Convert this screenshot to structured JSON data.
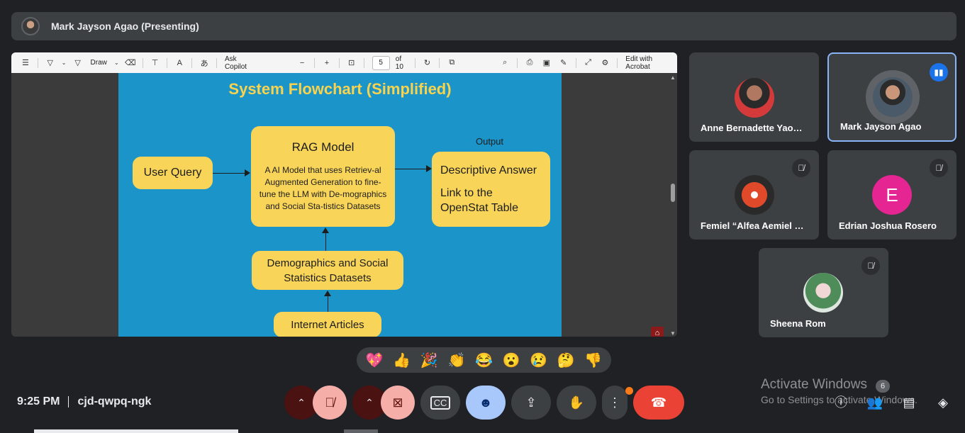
{
  "header": {
    "presenter_title": "Mark Jayson Agao (Presenting)"
  },
  "pdf_toolbar": {
    "draw_label": "Draw",
    "copilot_label": "Ask Copilot",
    "page_current": "5",
    "page_total": "of 10",
    "edit_label": "Edit with Acrobat"
  },
  "slide": {
    "title": "System Flowchart (Simplified)",
    "user_query": "User Query",
    "rag_title": "RAG Model",
    "rag_desc": "A AI Model that uses Retriev-al Augmented Generation to fine-tune the LLM with De-mographics and Social Sta-tistics Datasets",
    "output_label": "Output",
    "output_line1": "Descriptive Answer",
    "output_line2": "Link to the OpenStat Table",
    "demo_box": "Demographics and Social Statistics Datasets",
    "internet_box": "Internet Articles"
  },
  "participants": [
    {
      "name": "Anne Bernadette Yao…",
      "muted": false
    },
    {
      "name": "Mark Jayson Agao",
      "speaking": true
    },
    {
      "name": "Femiel “Alfea Aemiel …",
      "muted": true
    },
    {
      "name": "Edrian Joshua Rosero",
      "initial": "E",
      "muted": true,
      "color": "#e52592"
    },
    {
      "name": "Sheena Rom",
      "muted": true
    }
  ],
  "reactions": [
    "💖",
    "👍",
    "🎉",
    "👏",
    "😂",
    "😮",
    "😢",
    "🤔",
    "👎"
  ],
  "meeting": {
    "time": "9:25 PM",
    "code": "cjd-qwpq-ngk"
  },
  "watermark": {
    "line1": "Activate Windows",
    "line2": "Go to Settings to activate Windows."
  },
  "people_count": "6",
  "icons": {
    "mic": "mic-off-icon",
    "camera": "camera-off-icon",
    "captions": "captions-icon",
    "emoji": "emoji-icon",
    "present": "present-icon",
    "hand": "raise-hand-icon",
    "more": "more-options-icon",
    "end": "end-call-icon"
  },
  "colors": {
    "end_call": "#ea4335",
    "accent": "#8ab4f8",
    "slide_bg": "#1b95c9",
    "box": "#f8d458"
  }
}
